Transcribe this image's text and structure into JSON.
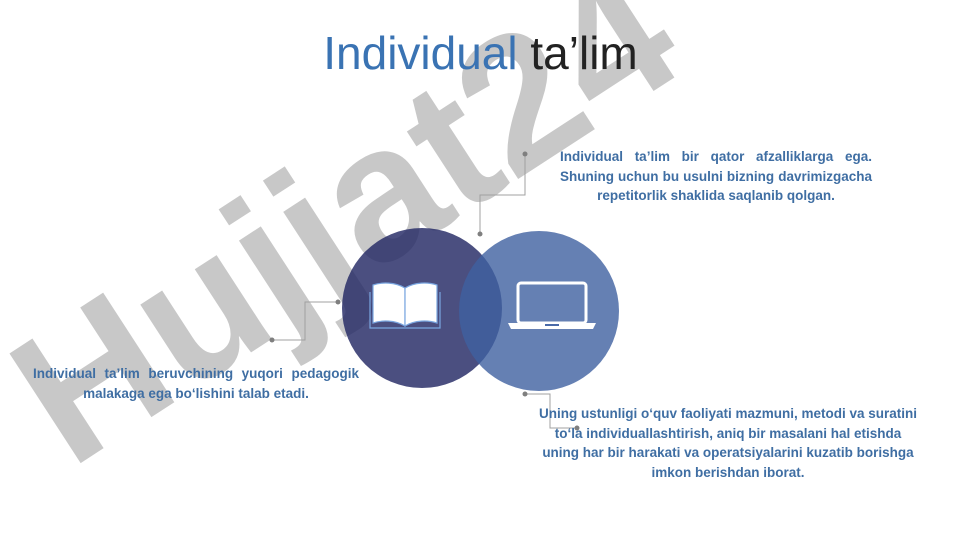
{
  "title": {
    "main": "Individual",
    "rest": "ta’lim"
  },
  "watermark": {
    "text": "Hujjat24"
  },
  "paragraphs": {
    "top_right": "Individual ta’lim bir qator afzalliklarga ega. Shuning uchun bu usulni bizning davrimizgacha repetitorlik shaklida saqlanib qolgan.",
    "left": "Individual ta’lim beruvchining yuqori pedagogik malakaga ega bo‘lishini talab etadi.",
    "bottom_right": "Uning ustunligi o‘quv faoliyati mazmuni, metodi va suratini to‘la individuallashtirish, aniq bir masalani hal etishda uning har bir harakati va operatsiyalarini kuzatib borishga imkon berishdan iborat."
  },
  "icons": {
    "left": "open-book-icon",
    "right": "laptop-icon"
  },
  "colors": {
    "accent": "#3a73b3",
    "text": "#3f6ea3",
    "circle_left": "#232864",
    "circle_right": "#3e60a0"
  }
}
